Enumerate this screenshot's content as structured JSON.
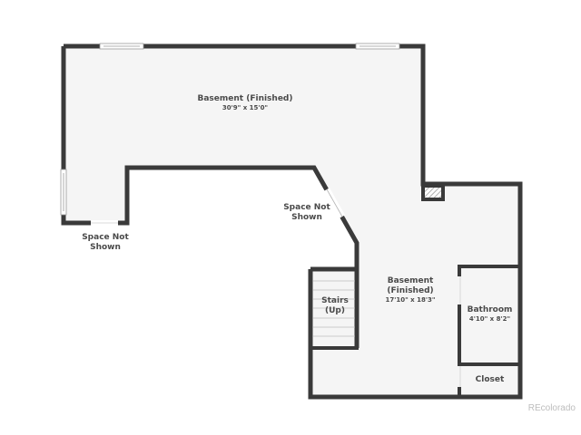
{
  "floorplan": {
    "colors": {
      "wall": "#3a3a3a",
      "floor": "#f5f5f5",
      "label": "#4a4a4a",
      "watermark": "#bdbdbd",
      "background": "#ffffff"
    },
    "rooms": [
      {
        "id": "basement-main",
        "name": "Basement (Finished)",
        "dimensions": "30'9\" x 15'0\""
      },
      {
        "id": "space-left",
        "name": "Space Not Shown",
        "name_line1": "Space Not",
        "name_line2": "Shown"
      },
      {
        "id": "space-mid",
        "name": "Space Not Shown",
        "name_line1": "Space Not",
        "name_line2": "Shown"
      },
      {
        "id": "basement-second",
        "name": "Basement (Finished)",
        "name_line1": "Basement",
        "name_line2": "(Finished)",
        "dimensions": "17'10\" x 18'3\""
      },
      {
        "id": "stairs",
        "name": "Stairs (Up)",
        "name_line1": "Stairs",
        "name_line2": "(Up)"
      },
      {
        "id": "bathroom",
        "name": "Bathroom",
        "dimensions": "4'10\" x 8'2\""
      },
      {
        "id": "closet",
        "name": "Closet"
      }
    ],
    "watermark": "REcolorado"
  }
}
